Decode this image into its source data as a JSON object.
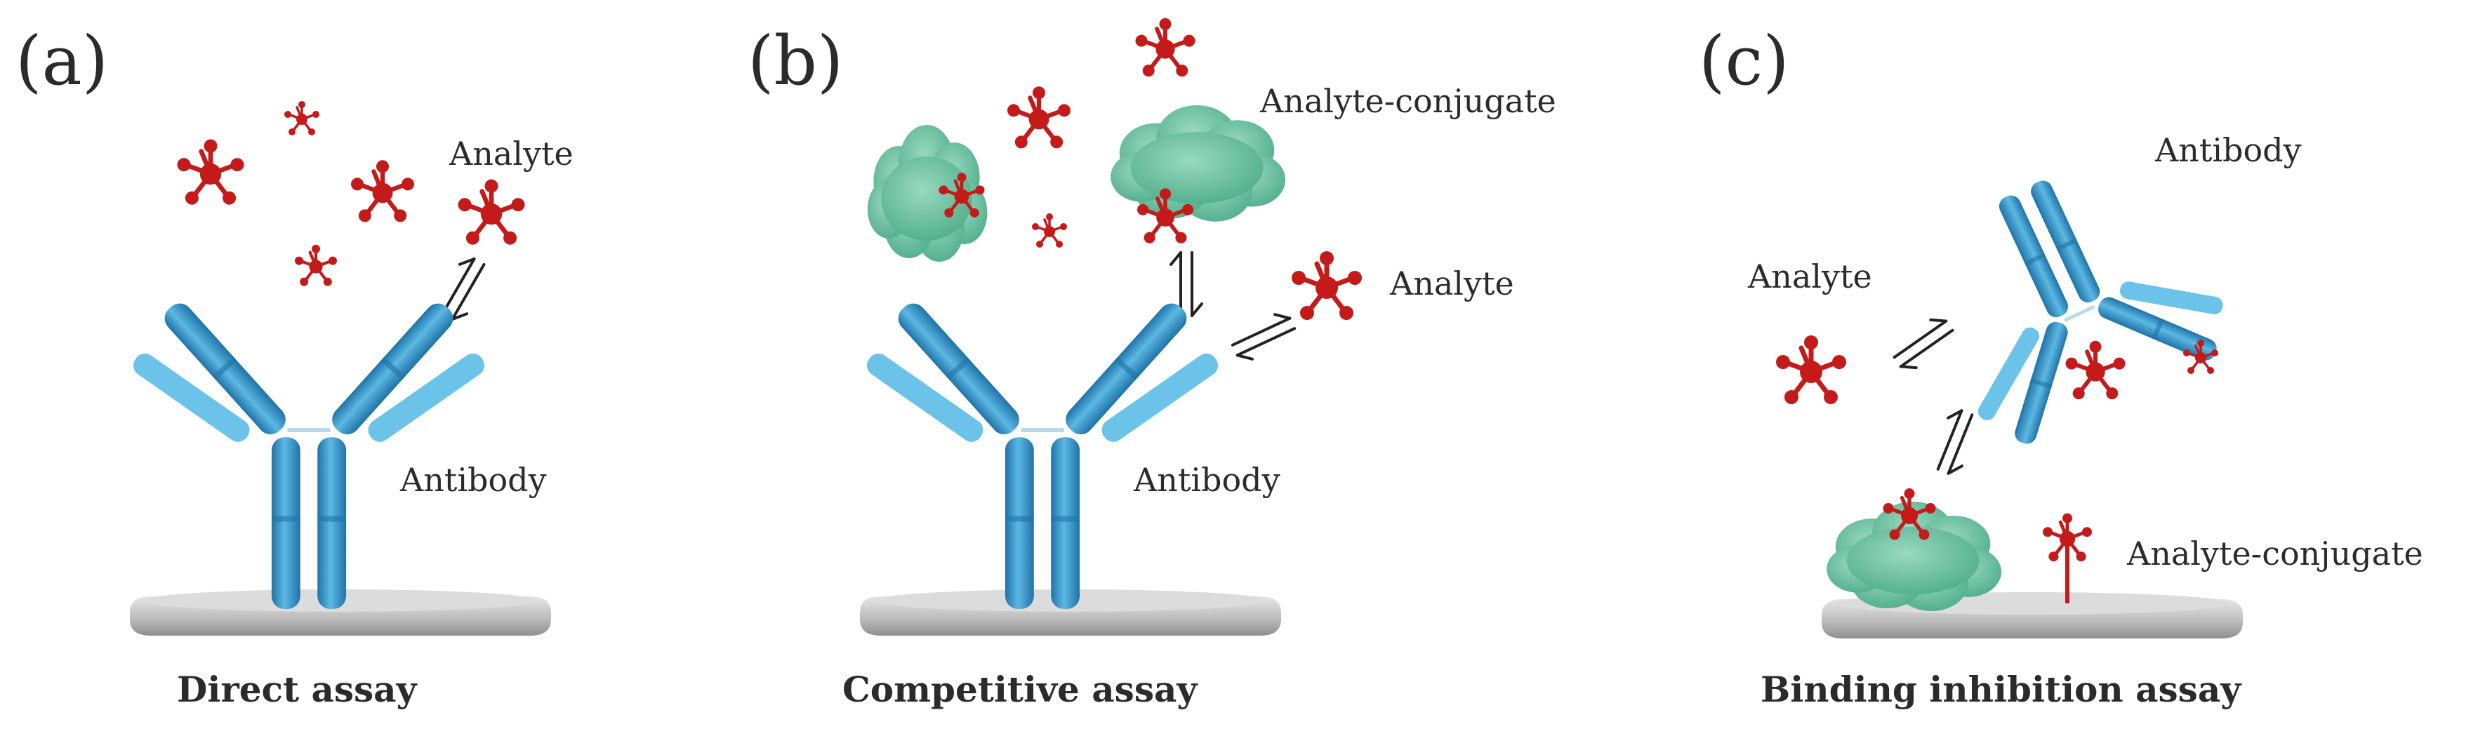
{
  "panels": [
    {
      "id": "a",
      "letter": "(a)",
      "caption": "Direct assay",
      "labels": {
        "analyte": "Analyte",
        "antibody": "Antibody"
      }
    },
    {
      "id": "b",
      "letter": "(b)",
      "caption": "Competitive assay",
      "labels": {
        "conjugate": "Analyte-conjugate",
        "analyte": "Analyte",
        "antibody": "Antibody"
      }
    },
    {
      "id": "c",
      "letter": "(c)",
      "caption": "Binding inhibition assay",
      "labels": {
        "antibody": "Antibody",
        "analyte": "Analyte",
        "conjugate": "Analyte-conjugate"
      }
    }
  ],
  "colors": {
    "analyte": "#c41a1a",
    "antibody": "#3f9fd0",
    "antibody_dark": "#1f73a8",
    "conjugate_blob": "#6fc4a3",
    "surface": "#c9c9c9",
    "arrow": "#222222"
  },
  "icons": [
    "analyte-molecule-icon",
    "antibody-icon",
    "conjugate-blob-icon",
    "equilibrium-arrow-icon",
    "surface-plate-icon"
  ]
}
